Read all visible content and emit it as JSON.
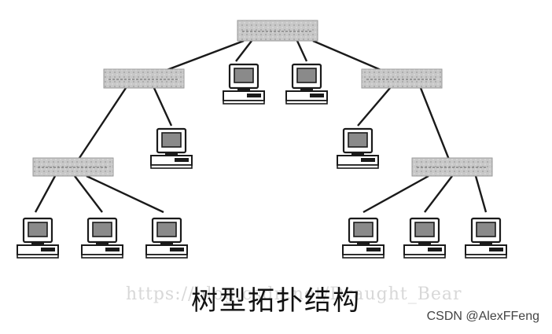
{
  "diagram": {
    "caption": "树型拓扑结构",
    "watermark": "https://blog.csdn.net/Draught_Bear",
    "credit": "CSDN @AlexFFeng"
  },
  "colors": {
    "hub_fill": "#c4c4c4",
    "line": "#1a1a1a",
    "screen": "#8a8a8a"
  },
  "icons": {
    "hub": "network-hub-icon",
    "computer": "computer-icon"
  }
}
